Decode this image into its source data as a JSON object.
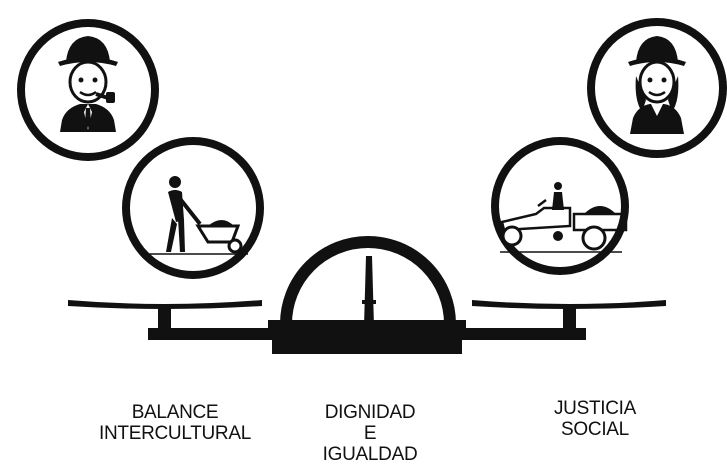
{
  "labels": {
    "left": {
      "line1": "BALANCE",
      "line2": "INTERCULTURAL"
    },
    "center": {
      "line1": "DIGNIDAD",
      "line2": "E",
      "line3": "IGUALDAD"
    },
    "right": {
      "line1": "JUSTICIA",
      "line2": "SOCIAL"
    }
  },
  "icons": {
    "top_left": "man-with-hat-and-pipe-icon",
    "middle_left": "worker-pushing-wheelbarrow-icon",
    "top_right": "woman-with-hat-icon",
    "middle_right": "farmer-on-tractor-icon",
    "center": "balance-scale-icon"
  },
  "colors": {
    "ink": "#111111",
    "background": "#ffffff"
  }
}
